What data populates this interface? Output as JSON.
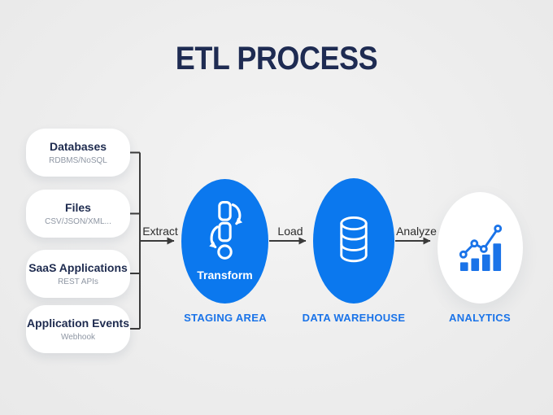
{
  "title": "ETL PROCESS",
  "sources": [
    {
      "title": "Databases",
      "subtitle": "RDBMS/NoSQL"
    },
    {
      "title": "Files",
      "subtitle": "CSV/JSON/XML..."
    },
    {
      "title": "SaaS Applications",
      "subtitle": "REST APIs"
    },
    {
      "title": "Application Events",
      "subtitle": "Webhook"
    }
  ],
  "arrows": [
    {
      "label": "Extract"
    },
    {
      "label": "Load"
    },
    {
      "label": "Analyze"
    }
  ],
  "stages": [
    {
      "node_label": "Transform",
      "caption": "STAGING AREA",
      "icon": "transform-icon"
    },
    {
      "node_label": "",
      "caption": "DATA WAREHOUSE",
      "icon": "database-icon"
    },
    {
      "node_label": "",
      "caption": "ANALYTICS",
      "icon": "analytics-chart-icon"
    }
  ],
  "colors": {
    "node_blue": "#0b78ee",
    "caption_blue": "#1a73e8",
    "title_navy": "#1e2b52",
    "box_title_navy": "#1e2b4f",
    "box_subtitle_gray": "#8e96a3",
    "arrow_dark": "#3b3b3b",
    "background_gray": "#ededed"
  }
}
